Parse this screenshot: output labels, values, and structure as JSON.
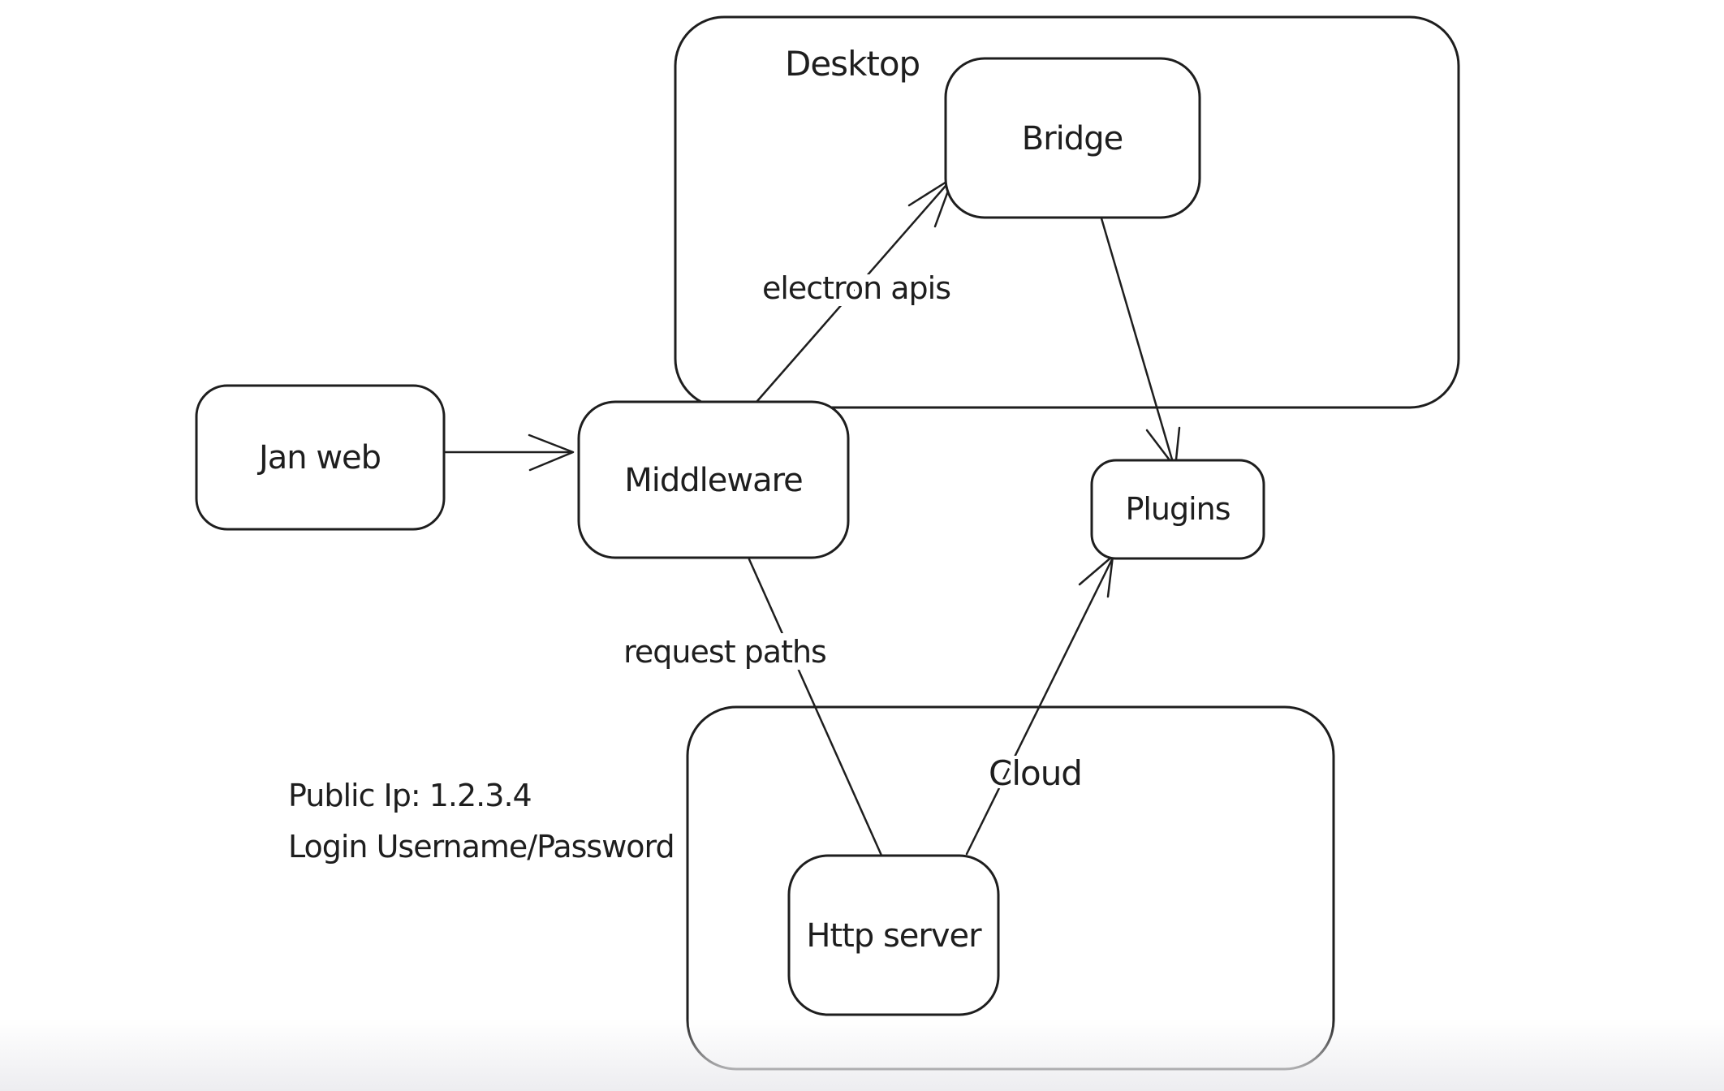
{
  "canvas": {
    "background_color": "#ffffff",
    "stroke_color": "#1e1e1e",
    "bottom_fade_color": "#ededf0"
  },
  "containers": [
    {
      "id": "desktop",
      "label": "Desktop"
    },
    {
      "id": "cloud",
      "label": "Cloud"
    }
  ],
  "nodes": [
    {
      "id": "jan-web",
      "label": "Jan web"
    },
    {
      "id": "middleware",
      "label": "Middleware"
    },
    {
      "id": "bridge",
      "label": "Bridge"
    },
    {
      "id": "plugins",
      "label": "Plugins"
    },
    {
      "id": "http-server",
      "label": "Http server"
    }
  ],
  "edges": [
    {
      "id": "jan-web-to-middleware",
      "from": "jan-web",
      "to": "middleware",
      "label": "",
      "arrowhead": true
    },
    {
      "id": "middleware-to-bridge",
      "from": "middleware",
      "to": "bridge",
      "label": "electron apis",
      "arrowhead": true
    },
    {
      "id": "bridge-to-plugins",
      "from": "bridge",
      "to": "plugins",
      "label": "",
      "arrowhead": true
    },
    {
      "id": "middleware-to-http-server",
      "from": "middleware",
      "to": "http-server",
      "label": "request paths",
      "arrowhead": false
    },
    {
      "id": "http-server-to-plugins",
      "from": "http-server",
      "to": "plugins",
      "label": "",
      "arrowhead": true
    }
  ],
  "annotation": {
    "line1": "Public Ip: 1.2.3.4",
    "line2": "Login Username/Password"
  }
}
